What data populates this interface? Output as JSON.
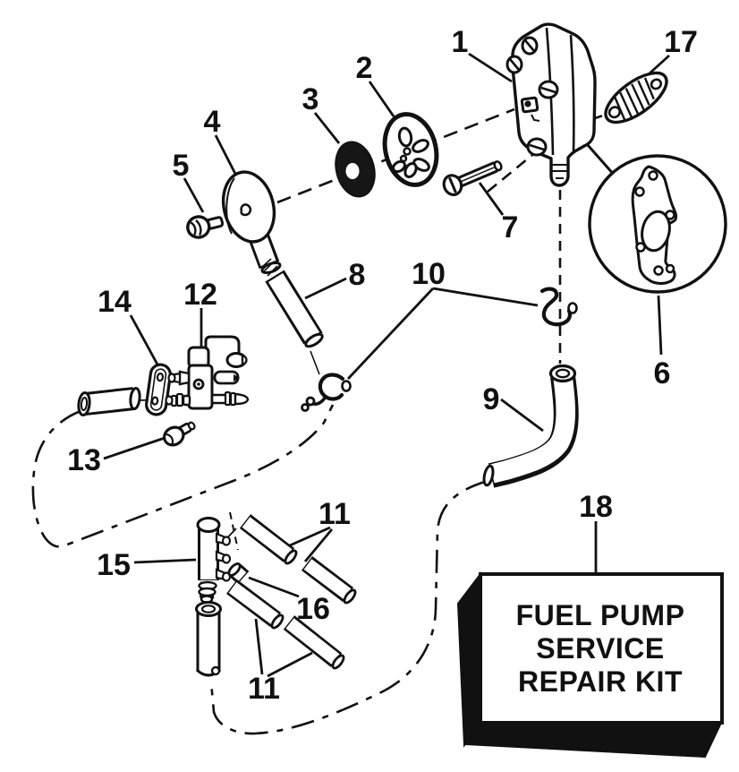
{
  "palette": {
    "ink": "#111111",
    "paper": "#ffffff"
  },
  "callouts": {
    "c1": "1",
    "c2": "2",
    "c3": "3",
    "c4": "4",
    "c5": "5",
    "c6": "6",
    "c7": "7",
    "c8": "8",
    "c9": "9",
    "c10": "10",
    "c11": "11",
    "c12": "12",
    "c13": "13",
    "c14": "14",
    "c15": "15",
    "c16": "16",
    "c17": "17",
    "c18": "18"
  },
  "kit_box": {
    "line1": "FUEL PUMP",
    "line2": "SERVICE",
    "line3": "REPAIR KIT"
  }
}
